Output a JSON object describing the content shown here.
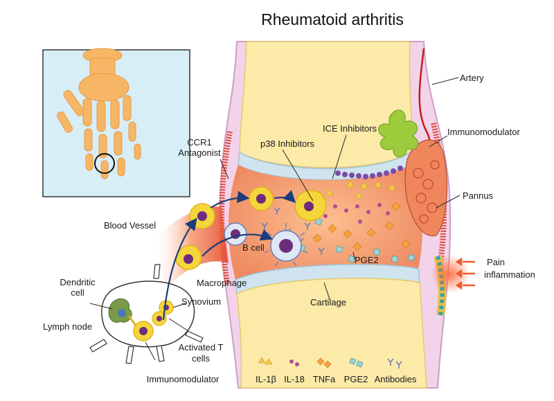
{
  "title": "Rheumatoid arthritis",
  "labels": {
    "artery": "Artery",
    "immunomodulator_right": "Immunomodulator",
    "pannus": "Pannus",
    "pain": "Pain",
    "inflammation": "inflammation",
    "ice_inhibitors": "ICE Inhibitors",
    "p38_inhibitors": "p38 Inhibitors",
    "ccr1": "CCR1",
    "antagonist": "Antagonist",
    "blood_vessel": "Blood Vessel",
    "b_cell": "B cell",
    "pge2": "PGE2",
    "macrophage": "Macrophage",
    "dendritic": "Dendritic",
    "cell": "cell",
    "synovium": "Synovium",
    "lymph_node": "Lymph node",
    "cartilage": "Cartilage",
    "activated_t": "Activated T",
    "cells": "cells",
    "immunomodulator_bottom": "Immunomodulator"
  },
  "legend": [
    "IL-1β",
    "IL-18",
    "TNFa",
    "PGE2",
    "Antibodies"
  ],
  "colors": {
    "bone": "#fbeaa8",
    "cartilage": "#cfe4ee",
    "synovial_fluid": "#f6a37a",
    "capsule": "#f2d3ea",
    "inset_bg": "#d7eef6",
    "hand": "#f6b665",
    "cell_ring": "#f4d63a",
    "cell_core": "#6e2d7c",
    "arrow": "#1d3c7a"
  }
}
